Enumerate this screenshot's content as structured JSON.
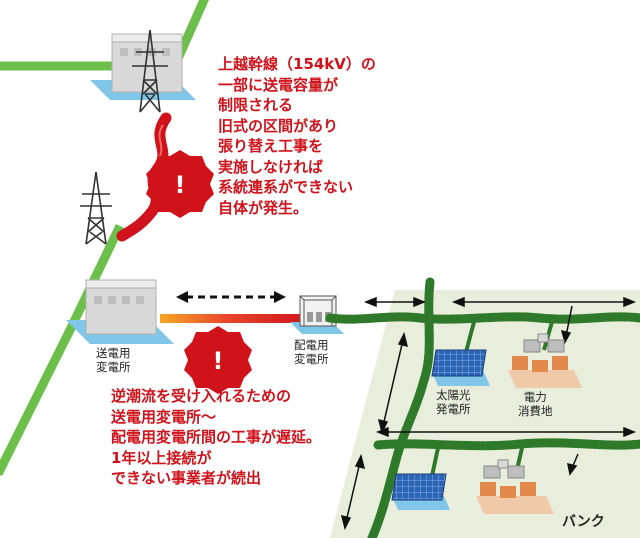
{
  "notes": {
    "top_lines": [
      "上越幹線（154kV）の",
      "一部に送電容量が",
      "制限される",
      "旧式の区間があり",
      "張り替え工事を",
      "実施しなければ",
      "系統連系ができない",
      "自体が発生。"
    ],
    "bottom_lines": [
      "逆潮流を受け入れるための",
      "送電用変電所～",
      "配電用変電所間の工事が遅延。",
      "1年以上接続が",
      "できない事業者が続出"
    ]
  },
  "labels": {
    "transmission_substation": [
      "送電用",
      "変電所"
    ],
    "distribution_substation": [
      "配電用",
      "変電所"
    ],
    "solar_plant": [
      "太陽光",
      "発電所"
    ],
    "power_consumer": [
      "電力",
      "消費地"
    ],
    "bank": "バンク"
  },
  "icons": {
    "warning": "!"
  },
  "colors": {
    "red": "#d0121b",
    "green_line": "#6cbf4a",
    "cable_green": "#2f7a2a",
    "ground": "#e8eddc",
    "blue_pad": "#7fc6e8",
    "solar": "#2c64b6",
    "building": "#e28a4c"
  }
}
